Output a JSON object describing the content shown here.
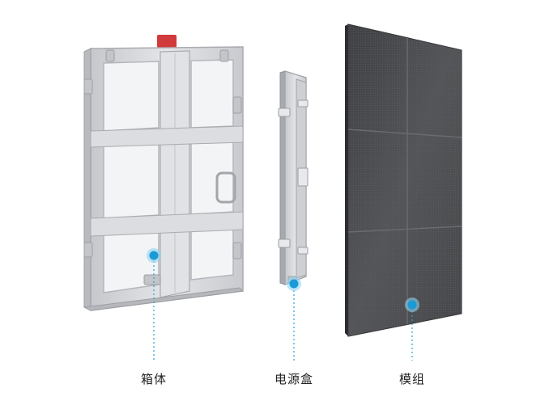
{
  "components": [
    {
      "id": "cabinet",
      "label": "箱体"
    },
    {
      "id": "power-box",
      "label": "电源盒"
    },
    {
      "id": "module",
      "label": "模组"
    }
  ],
  "colors": {
    "marker": "#1a9ad6",
    "marker_ring": "#8fd3f2",
    "leader_line": "#2a9fd8",
    "frame_metal": "#d9dadd",
    "frame_shadow": "#a9abb0",
    "handle_red": "#d23b3b",
    "panel_dark": "#4a4b4e",
    "label_text": "#222222"
  }
}
